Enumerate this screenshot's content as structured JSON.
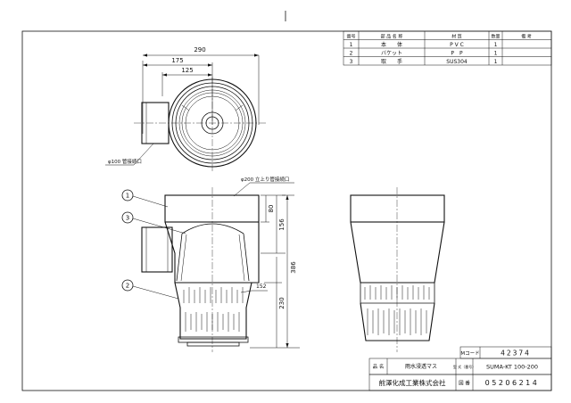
{
  "parts_table": {
    "headers": [
      "番号",
      "部 品 名 称",
      "材 質",
      "数量",
      "備 考"
    ],
    "rows": [
      {
        "no": "1",
        "name": "本　　体",
        "material": "P V C",
        "qty": "1",
        "note": ""
      },
      {
        "no": "2",
        "name": "バケット",
        "material": "P　P",
        "qty": "1",
        "note": ""
      },
      {
        "no": "3",
        "name": "取　　手",
        "material": "SUS304",
        "qty": "1",
        "note": ""
      }
    ]
  },
  "dimensions": {
    "top_width": "290",
    "top_175": "175",
    "top_125": "125",
    "h80": "80",
    "h156": "156",
    "h386": "386",
    "h230": "230",
    "w152": "152"
  },
  "annotations": {
    "pipe_100": "φ100 管接続口",
    "pipe_200": "φ200 立上り管接続口"
  },
  "callouts": [
    "1",
    "3",
    "2"
  ],
  "title_block": {
    "mcode_label": "Mコード",
    "mcode_value": "42374",
    "name_label": "品 名",
    "name_value": "雨水浸透マス",
    "model_label": "型 式（番号）",
    "model_value": "SUMA-KT 100-200",
    "company": "前澤化成工業株式会社",
    "drawing_label": "図 番",
    "drawing_value": "05206214"
  }
}
